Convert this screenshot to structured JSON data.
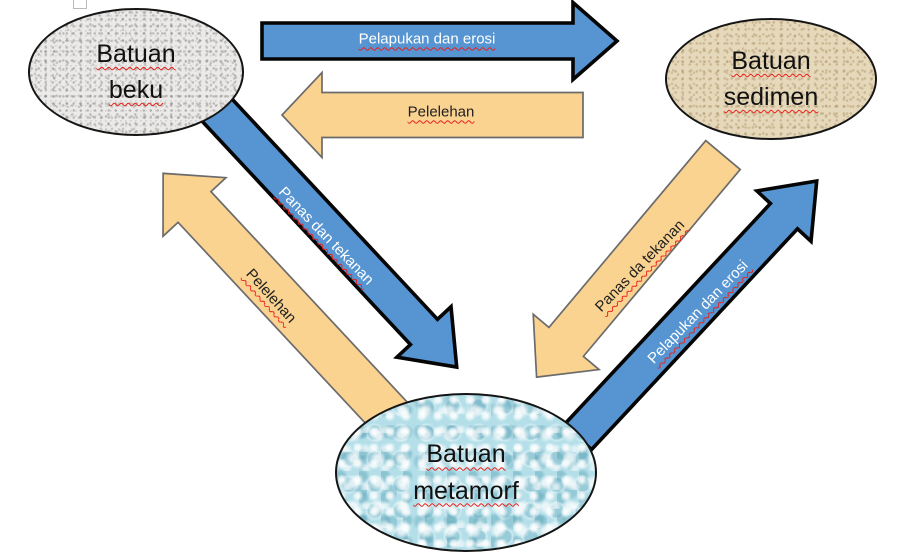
{
  "diagram": {
    "type": "rock-cycle",
    "spellcheck_underline_color": "#e8201a",
    "background_color": "#ffffff",
    "nodes": [
      {
        "id": "batuan-beku",
        "label": "Batuan beku",
        "line1": "Batuan",
        "line2": "beku",
        "texture": "granite-speckle",
        "base_color": "#ebeae8"
      },
      {
        "id": "batuan-sedimen",
        "label": "Batuan sedimen",
        "line1": "Batuan",
        "line2": "sedimen",
        "texture": "sandstone",
        "base_color": "#e6d8ba"
      },
      {
        "id": "batuan-metamorf",
        "label": "Batuan metamorf",
        "line1": "Batuan",
        "line2": "metamorf",
        "texture": "water-droplets",
        "base_color": "#b4dfe9"
      }
    ],
    "arrows": [
      {
        "id": "top-blue",
        "label": "Pelapukan dan erosi",
        "from": "batuan-beku",
        "to": "batuan-sedimen",
        "direction": "right",
        "fill": "#5695d2",
        "outline": "#050505",
        "text_color": "#ffffff"
      },
      {
        "id": "top-yellow",
        "label": "Pelelehan",
        "from": "batuan-sedimen",
        "to": "batuan-beku",
        "direction": "left",
        "fill": "#fad391",
        "outline": "#6b6b6b",
        "text_color": "#202020"
      },
      {
        "id": "left-blue",
        "label": "Panas dan tekanan",
        "from": "batuan-beku",
        "to": "batuan-metamorf",
        "direction": "down-right",
        "fill": "#5695d2",
        "outline": "#050505",
        "text_color": "#ffffff"
      },
      {
        "id": "left-yellow",
        "label": "Pelelehan",
        "from": "batuan-metamorf",
        "to": "batuan-beku",
        "direction": "up-left",
        "fill": "#fad391",
        "outline": "#6b6b6b",
        "text_color": "#202020"
      },
      {
        "id": "right-yellow",
        "label": "Panas da tekanan",
        "from": "batuan-sedimen",
        "to": "batuan-metamorf",
        "direction": "down-left",
        "fill": "#fad391",
        "outline": "#6b6b6b",
        "text_color": "#202020"
      },
      {
        "id": "right-blue",
        "label": "Pelapukan dan erosi",
        "from": "batuan-metamorf",
        "to": "batuan-sedimen",
        "direction": "up-right",
        "fill": "#5695d2",
        "outline": "#050505",
        "text_color": "#ffffff"
      }
    ]
  }
}
